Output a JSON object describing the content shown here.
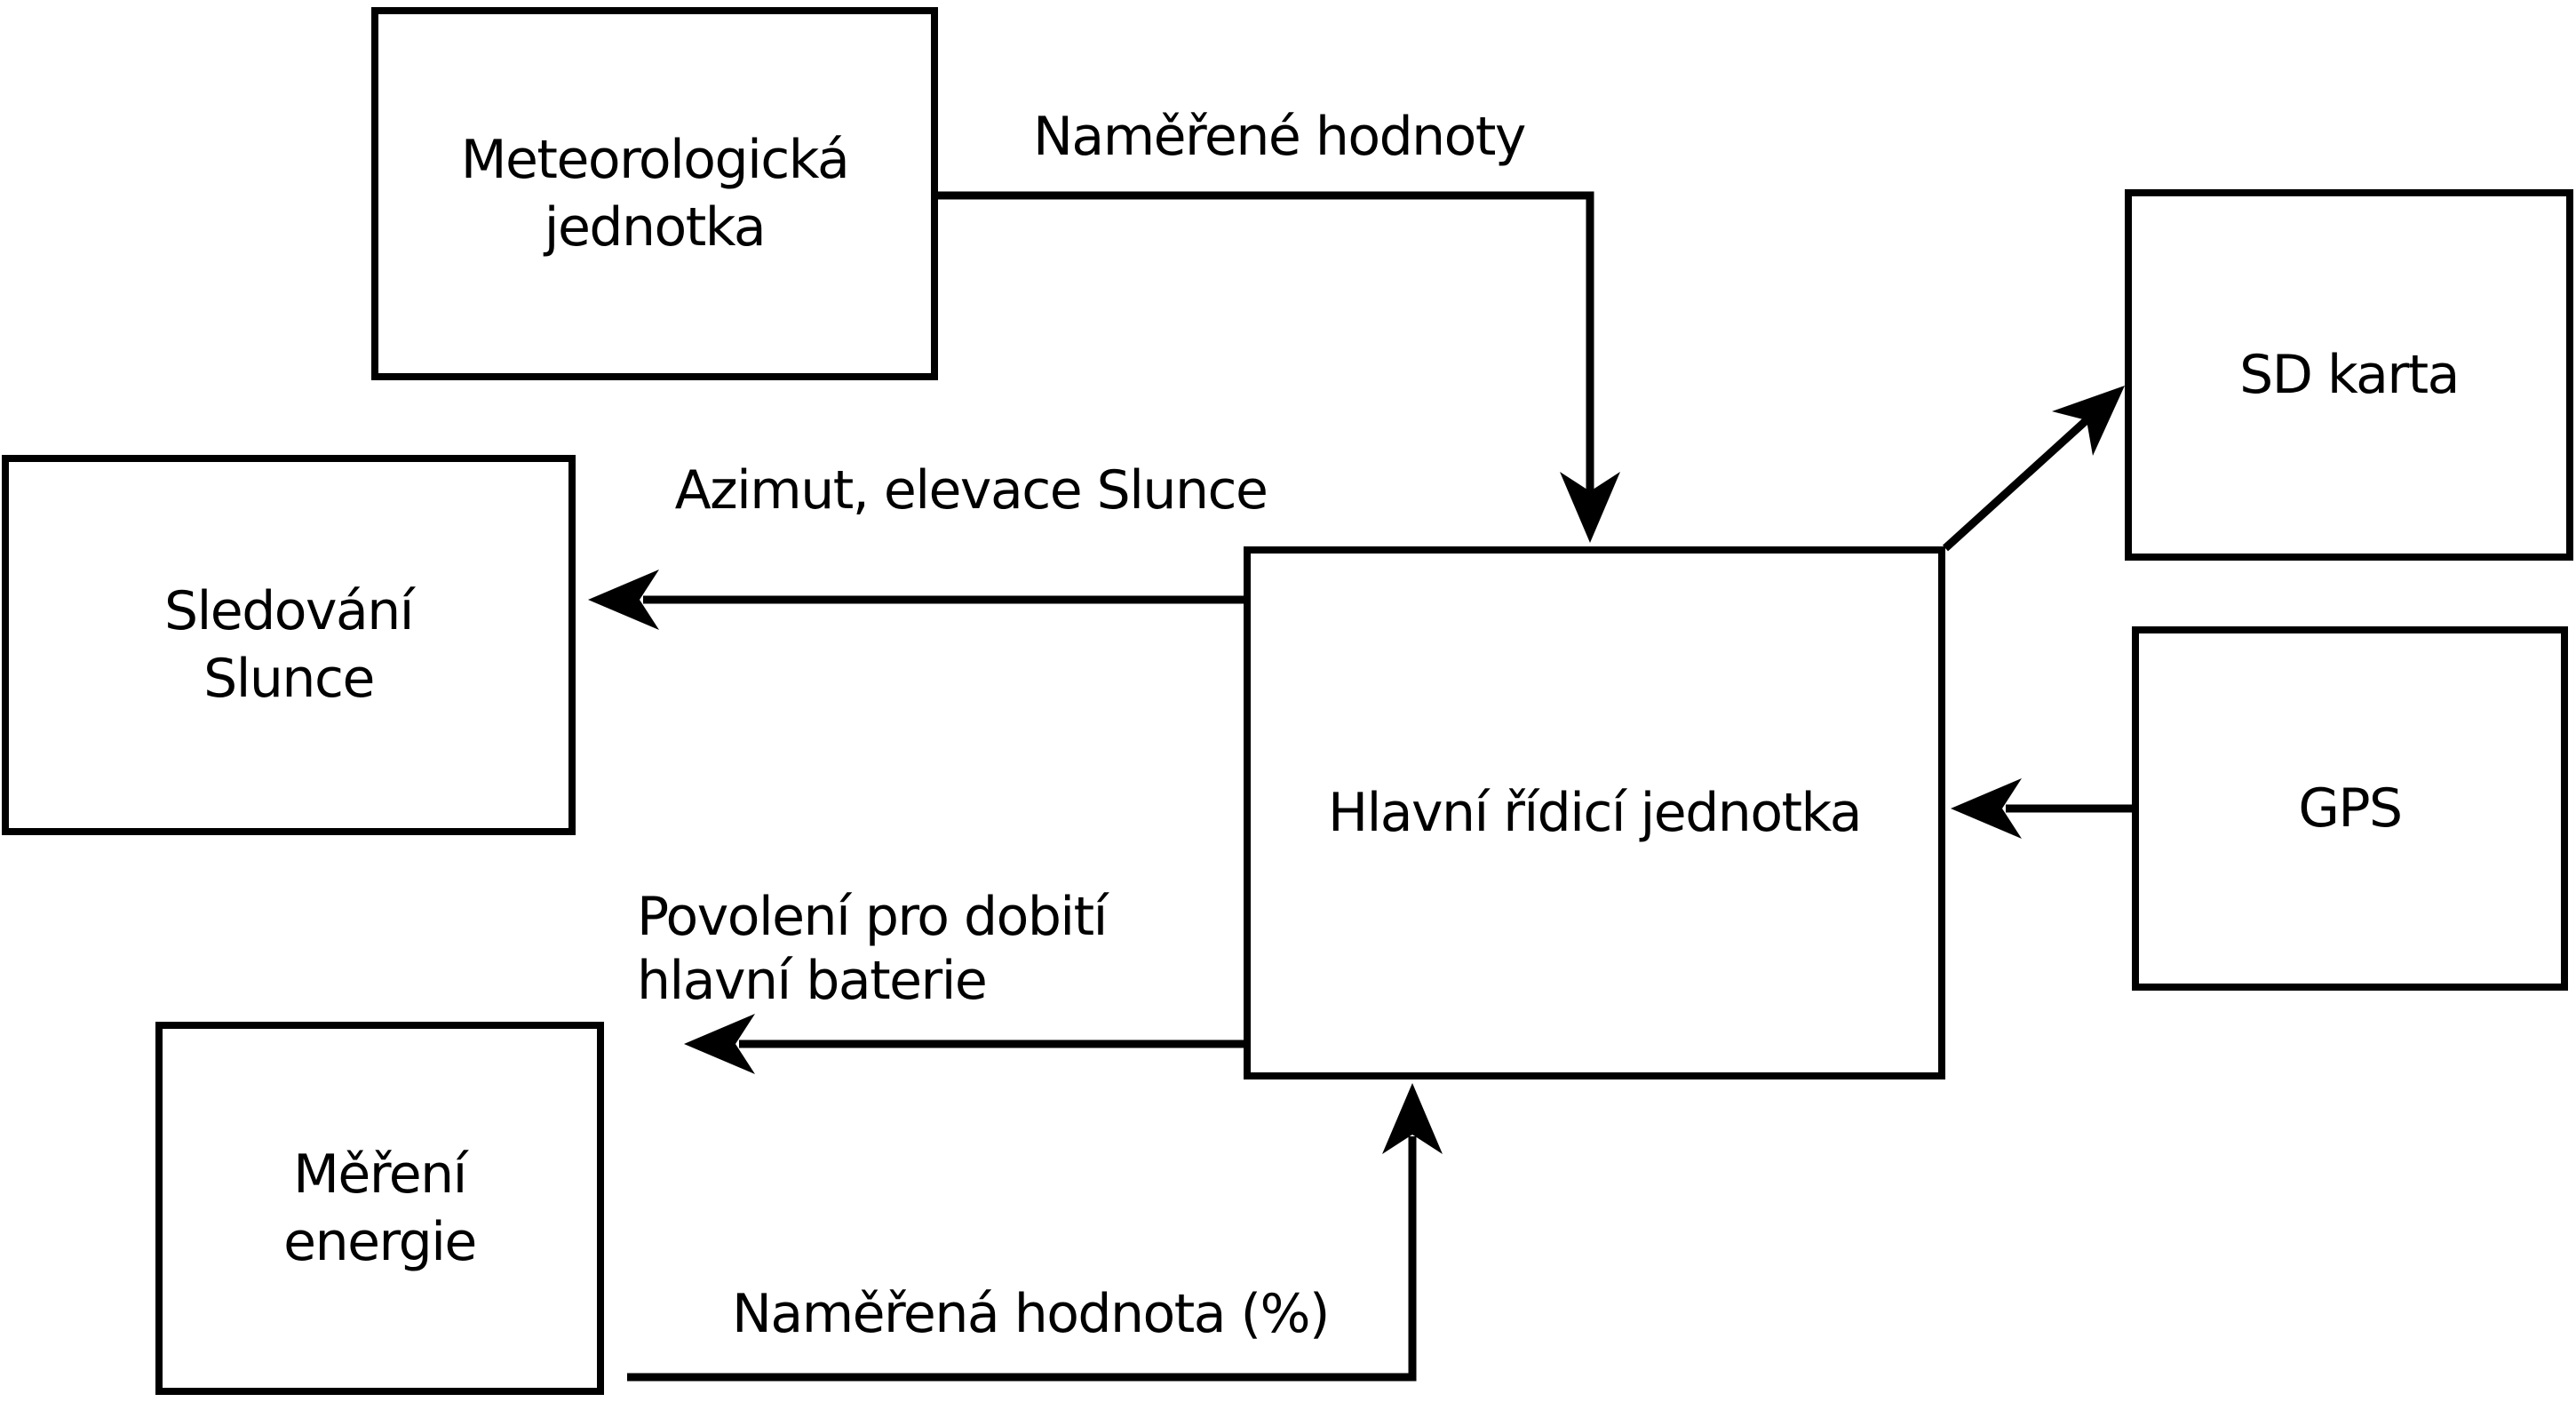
{
  "diagram": {
    "colors": {
      "stroke": "#000000",
      "background": "#ffffff"
    },
    "nodes": {
      "meteo": {
        "label": "Meteorologická\njednotka"
      },
      "sledovani": {
        "label": "Sledování\nSlunce"
      },
      "mereni": {
        "label": "Měření\nenergie"
      },
      "hlavni": {
        "label": "Hlavní řídicí jednotka"
      },
      "sd": {
        "label": "SD karta"
      },
      "gps": {
        "label": "GPS"
      }
    },
    "edges": {
      "namerene_hodnoty": {
        "label": "Naměřené hodnoty"
      },
      "azimut": {
        "label": "Azimut, elevace Slunce"
      },
      "povoleni": {
        "label": "Povolení pro dobití\nhlavní baterie"
      },
      "namerena_hodnota": {
        "label": "Naměřená hodnota (%)"
      }
    }
  }
}
